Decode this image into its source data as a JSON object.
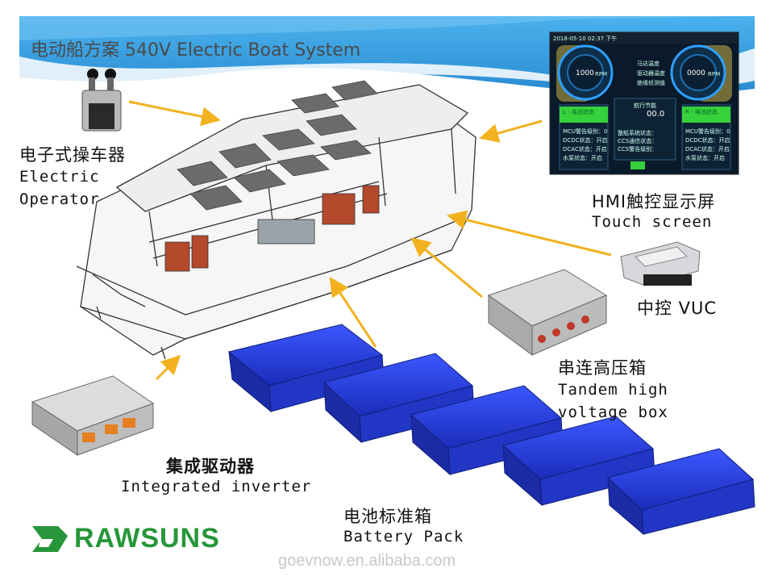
{
  "title": "电动船方案 540V Electric Boat System",
  "labels": {
    "operator_zh": "电子式操车器",
    "operator_en1": "Electric",
    "operator_en2": "Operator",
    "hmi_zh": "HMI触控显示屏",
    "hmi_en": "Touch screen",
    "vuc": "中控 VUC",
    "hv_zh": "串连高压箱",
    "hv_en1": "Tandem high",
    "hv_en2": "voltage box",
    "inverter_zh": "集成驱动器",
    "inverter_en": "Integrated inverter",
    "battery_zh": "电池标准箱",
    "battery_en": "Battery Pack"
  },
  "hmi": {
    "datetime": "2018-05-10 02:37 下午",
    "left_gauge": "1000",
    "right_gauge": "0000",
    "rpm_unit": "RPM",
    "left_status_title": "L - 电池状态",
    "right_status_title": "R - 电池状态",
    "center_title": "航行节能",
    "center_value": "00.0",
    "status_lines": [
      "MCU警告级别：0",
      "DCDC状态：开启",
      "DCAC状态：开启",
      "水泵状态：开启"
    ],
    "center_lines": [
      "整船系统状态：",
      "CCS通信状态：",
      "CCS警告级别："
    ],
    "mid_labels": [
      "马达温度",
      "驱动器温度",
      "绝缘侦测值"
    ]
  },
  "brand": "RAWSUNS",
  "watermark": "goevnow.en.alibaba.com",
  "colors": {
    "header_blue": "#3aa3e3",
    "arrow": "#f2b21f",
    "battery": "#2a3fd8",
    "brand_green": "#27963a",
    "hmi_green": "#37d13c"
  }
}
